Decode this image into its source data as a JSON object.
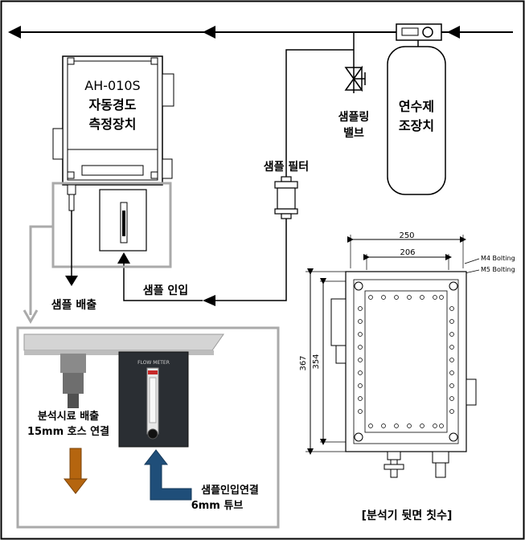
{
  "analyzer": {
    "model": "AH-010S",
    "name_line1": "자동경도",
    "name_line2": "측정장치"
  },
  "softener": {
    "line1": "연수제",
    "line2": "조장치"
  },
  "sampling_valve": {
    "line1": "샘플링",
    "line2": "밸브"
  },
  "sample_filter": "샘플 필터",
  "sample_drain": "샘플 배출",
  "sample_inlet": "샘플 인입",
  "photo": {
    "flow_meter_label": "FLOW METER",
    "drain_line1": "분석시료 배출",
    "drain_line2": "15mm 호스 연결",
    "inlet_line1": "샘플인입연결",
    "inlet_line2": "6mm 튜브",
    "drain_arrow_color": "#b5650f",
    "inlet_arrow_color": "#1f4e79"
  },
  "dimensions": {
    "width_outer": "250",
    "width_inner": "206",
    "height_outer": "367",
    "height_inner": "354",
    "bolt_note_1": "M4 Bolting",
    "bolt_note_2": "M5 Bolting",
    "caption": "[분석기 뒷면 칫수]"
  }
}
